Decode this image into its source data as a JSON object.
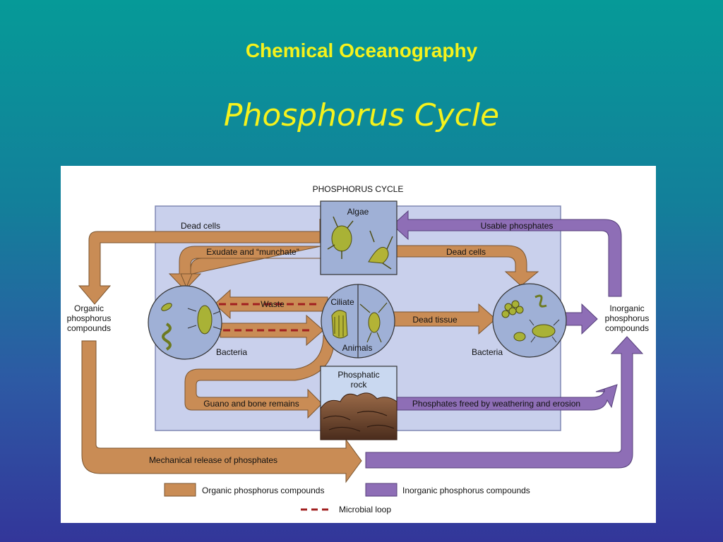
{
  "slide": {
    "title": "Chemical Oceanography",
    "subtitle": "Phosphorus Cycle"
  },
  "diagram": {
    "heading": "PHOSPHORUS   CYCLE",
    "labels": {
      "algae": "Algae",
      "ciliate": "Ciliate",
      "animals": "Animals",
      "bacteria_left": "Bacteria",
      "bacteria_right": "Bacteria",
      "phosphatic_rock_1": "Phosphatic",
      "phosphatic_rock_2": "rock",
      "organic_1": "Organic",
      "organic_2": "phosphorus",
      "organic_3": "compounds",
      "inorganic_1": "Inorganic",
      "inorganic_2": "phosphorus",
      "inorganic_3": "compounds"
    },
    "arrows": {
      "dead_cells_top": "Dead cells",
      "usable_phosphates": "Usable phosphates",
      "exudate": "Exudate and “munchate”",
      "dead_cells_mid": "Dead cells",
      "waste": "Waste",
      "dead_tissue": "Dead tissue",
      "guano": "Guano and bone remains",
      "weathering": "Phosphates freed by weathering and erosion",
      "mechanical": "Mechanical release of phosphates"
    },
    "legend": {
      "organic": "Organic phosphorus compounds",
      "inorganic": "Inorganic phosphorus compounds",
      "microbial": "Microbial loop"
    },
    "colors": {
      "organic": "#c98c55",
      "inorganic": "#8e6eb6",
      "microbial": "#a12020",
      "panel_bg": "#c9d0ec",
      "circle_fill": "#9fb0d6"
    }
  }
}
